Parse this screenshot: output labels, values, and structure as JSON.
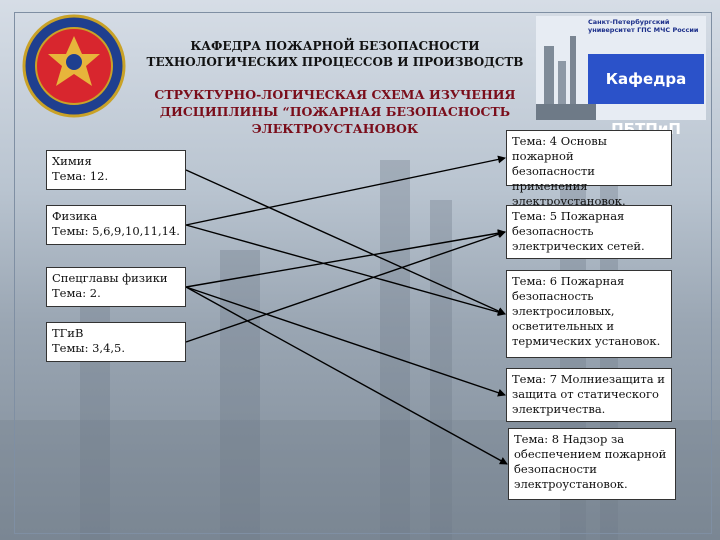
{
  "header": {
    "dept_line1": "КАФЕДРА  ПОЖАРНОЙ  БЕЗОПАСНОСТИ",
    "dept_line2": "ТЕХНОЛОГИЧЕСКИХ  ПРОЦЕССОВ И  ПРОИЗВОДСТВ",
    "title_line1": "СТРУКТУРНО-ЛОГИЧЕСКАЯ СХЕМА ИЗУЧЕНИЯ",
    "title_line2": "ДИСЦИПЛИНЫ “ПОЖАРНАЯ БЕЗОПАСНОСТЬ",
    "title_line3": "ЭЛЕКТРОУСТАНОВОК"
  },
  "logo_right": {
    "top_text": "Санкт-Петербургский университет ГПС МЧС России",
    "main_text": "Кафедра ПБТПиП"
  },
  "left_boxes": [
    {
      "id": "chem",
      "line1": "Химия",
      "line2": "Тема: 12."
    },
    {
      "id": "phys",
      "line1": "Физика",
      "line2": "Темы: 5,6,9,10,11,14."
    },
    {
      "id": "special",
      "line1": "Спецглавы физики",
      "line2": "Тема: 2."
    },
    {
      "id": "tgv",
      "line1": "ТГиВ",
      "line2": "Темы: 3,4,5."
    }
  ],
  "right_boxes": [
    {
      "id": "t4",
      "lines": [
        "Тема: 4 Основы пожарной",
        "безопасности применения",
        "электроустановок."
      ]
    },
    {
      "id": "t5",
      "lines": [
        "Тема: 5 Пожарная",
        "безопасность",
        "электрических сетей."
      ]
    },
    {
      "id": "t6",
      "lines": [
        "Тема: 6 Пожарная",
        "безопасность",
        "электросиловых,",
        "осветительных и",
        "термических установок."
      ]
    },
    {
      "id": "t7",
      "lines": [
        "Тема: 7 Молниезащита и",
        "защита от статического",
        "электричества."
      ]
    },
    {
      "id": "t8",
      "lines": [
        "Тема: 8 Надзор за",
        "обеспечением пожарной",
        "безопасности",
        "электроустановок."
      ]
    }
  ],
  "links": [
    {
      "from": "chem",
      "to": "t6"
    },
    {
      "from": "phys",
      "to": "t4"
    },
    {
      "from": "phys",
      "to": "t6"
    },
    {
      "from": "special",
      "to": "t5"
    },
    {
      "from": "special",
      "to": "t7"
    },
    {
      "from": "special",
      "to": "t8"
    },
    {
      "from": "tgv",
      "to": "t5"
    }
  ],
  "colors": {
    "title": "#7a0d1a",
    "line": "#000000",
    "box_border": "#333333"
  }
}
